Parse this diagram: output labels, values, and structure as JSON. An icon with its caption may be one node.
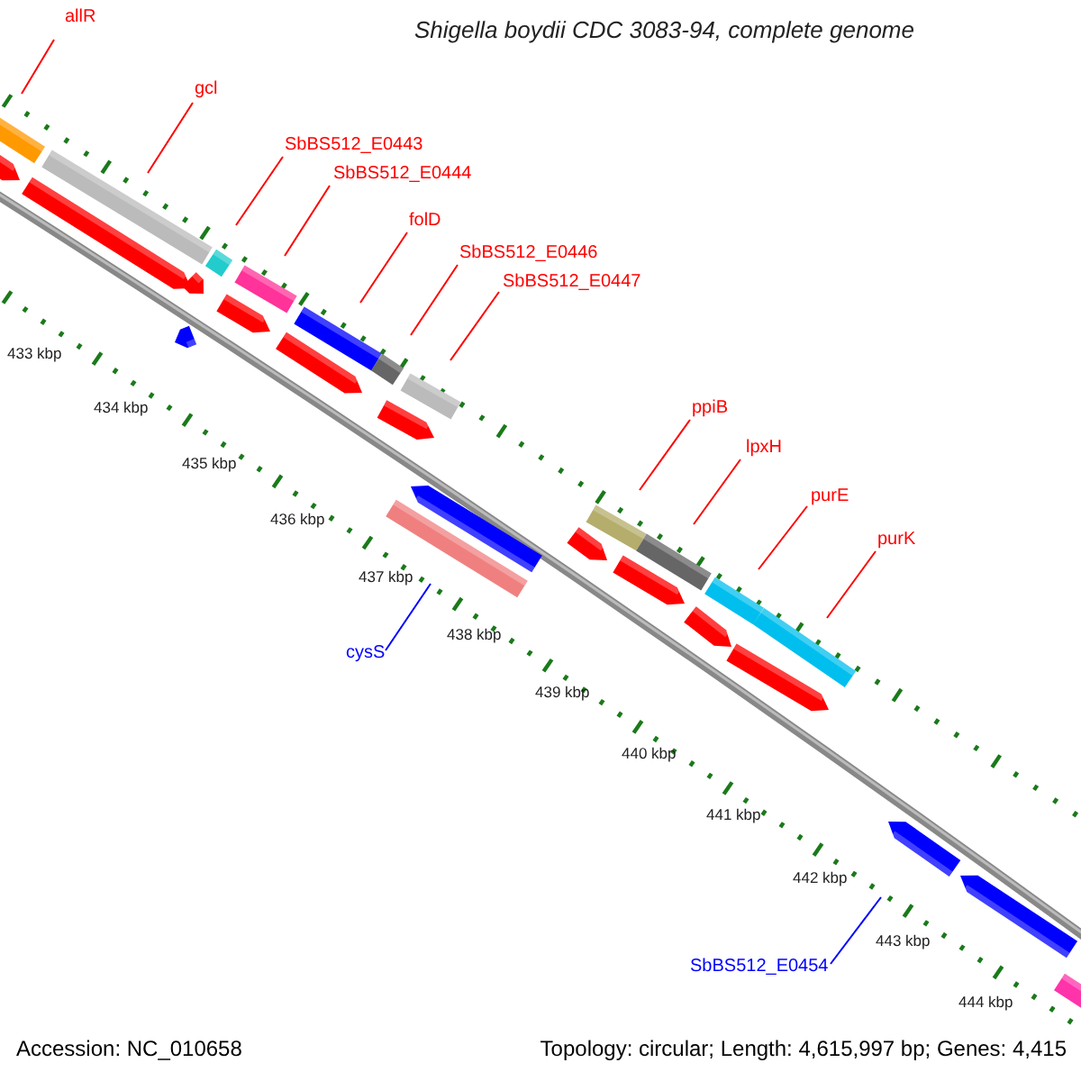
{
  "diagram": {
    "title": "Shigella boydii CDC 3083-94, complete genome",
    "nodes": [
      {
        "text": [
          "allR"
        ]
      },
      {
        "text": [],
        "shape": "bar"
      },
      {
        "text": [
          "gcl"
        ]
      },
      {
        "text": [],
        "shape": "bar"
      },
      {
        "text": [
          "SbBS512_E0443"
        ]
      },
      {
        "text": [],
        "shape": "bar"
      },
      {
        "text": [
          "SbBS512_E0444"
        ]
      },
      {
        "text": [],
        "shape": "bar"
      },
      {
        "text": [
          "folD"
        ]
      },
      {
        "text": [],
        "shape": "bar"
      },
      {
        "text": [
          "SbBS512_E0446"
        ]
      },
      {
        "text": [],
        "shape": "bar"
      },
      {
        "text": [
          "SbBS512_E0447"
        ]
      },
      {
        "text": [],
        "shape": "bar"
      },
      {
        "text": [
          "ppiB"
        ]
      },
      {
        "text": [],
        "shape": "bar"
      },
      {
        "text": [
          "lpxH"
        ]
      },
      {
        "text": [],
        "shape": "bar"
      },
      {
        "text": [
          "purE"
        ]
      },
      {
        "text": [],
        "shape": "bar"
      },
      {
        "text": [
          "purK"
        ]
      },
      {
        "text": [],
        "shape": "bar"
      },
      {
        "text": [
          "cysS"
        ]
      },
      {
        "text": [],
        "shape": "bar"
      },
      {
        "text": [
          "SbBS512_E0454"
        ]
      },
      {
        "text": [],
        "shape": "bar"
      }
    ],
    "edges": [
      {
        "from": 0,
        "to": 1,
        "arrow": "none"
      },
      {
        "from": 2,
        "to": 3,
        "arrow": "none"
      },
      {
        "from": 4,
        "to": 5,
        "arrow": "none"
      },
      {
        "from": 6,
        "to": 7,
        "arrow": "none"
      },
      {
        "from": 8,
        "to": 9,
        "arrow": "none"
      },
      {
        "from": 10,
        "to": 11,
        "arrow": "none"
      },
      {
        "from": 12,
        "to": 13,
        "arrow": "none"
      },
      {
        "from": 14,
        "to": 15,
        "arrow": "none"
      },
      {
        "from": 16,
        "to": 17,
        "arrow": "none"
      },
      {
        "from": 18,
        "to": 19,
        "arrow": "none"
      },
      {
        "from": 20,
        "to": 21,
        "arrow": "none"
      },
      {
        "from": 22,
        "to": 23,
        "arrow": "none",
        "color": "#0000ff"
      },
      {
        "from": 24,
        "to": 25,
        "arrow": "none",
        "color": "#0000ff"
      }
    ],
    "labels": [
      "433 kbp",
      "434 kbp",
      "435 kbp",
      "436 kbp",
      "437 kbp",
      "438 kbp",
      "439 kbp",
      "440 kbp",
      "441 kbp",
      "442 kbp",
      "443 kbp",
      "444 kbp",
      "Accession: NC_010658",
      "Topology: circular; Length: 4,615,997 bp; Genes: 4,415"
    ]
  }
}
